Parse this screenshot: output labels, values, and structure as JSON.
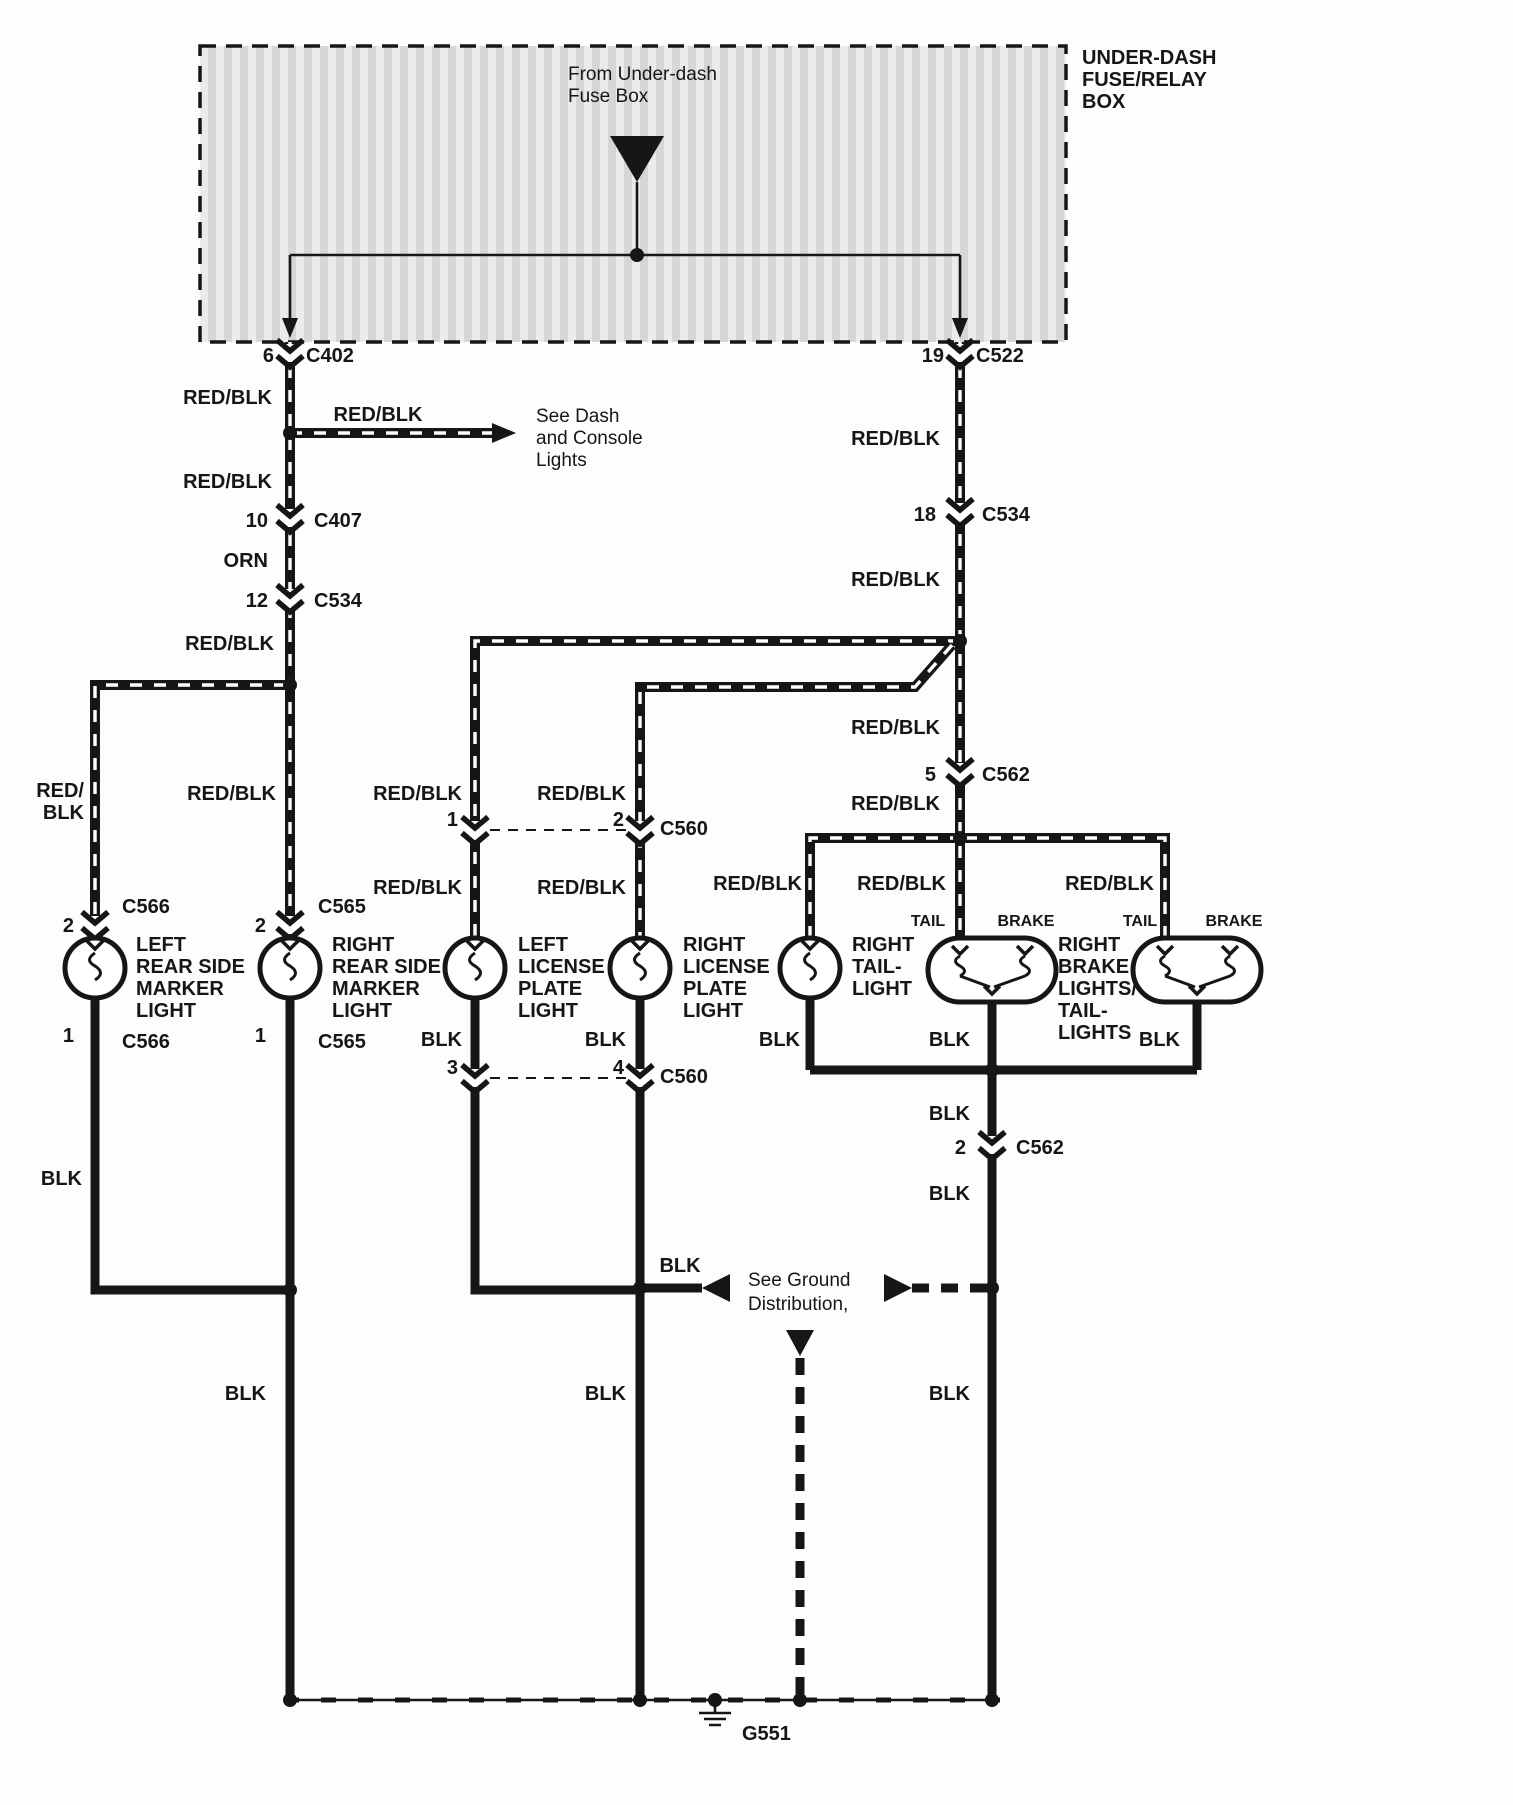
{
  "fuse_box": {
    "label_lines": [
      "UNDER-DASH",
      "FUSE/RELAY",
      "BOX"
    ],
    "from_note_lines": [
      "From Under-dash",
      "Fuse Box"
    ],
    "connector_letter": "C"
  },
  "labels": {
    "red_blk": "RED/BLK",
    "red_slash": "RED/",
    "blk": "BLK",
    "orn": "ORN",
    "tail": "TAIL",
    "brake": "BRAKE"
  },
  "connectors": {
    "c402": {
      "pin": "6",
      "name": "C402"
    },
    "c522": {
      "pin": "19",
      "name": "C522"
    },
    "c407": {
      "pin": "10",
      "name": "C407"
    },
    "c534_left": {
      "pin": "12",
      "name": "C534"
    },
    "c534_right": {
      "pin": "18",
      "name": "C534"
    },
    "c562_top": {
      "pin": "5",
      "name": "C562"
    },
    "c562_bottom": {
      "pin": "2",
      "name": "C562"
    },
    "c560_top": {
      "pin_left": "1",
      "pin_right": "2",
      "name": "C560"
    },
    "c560_bottom": {
      "pin_left": "3",
      "pin_right": "4",
      "name": "C560"
    },
    "c566_top": {
      "pin": "2",
      "name": "C566"
    },
    "c566_bottom": {
      "pin": "1",
      "name": "C566"
    },
    "c565_top": {
      "pin": "2",
      "name": "C565"
    },
    "c565_bottom": {
      "pin": "1",
      "name": "C565"
    },
    "ground": "G551"
  },
  "components": {
    "left_marker": {
      "lines": [
        "LEFT",
        "REAR SIDE",
        "MARKER",
        "LIGHT"
      ]
    },
    "right_marker": {
      "lines": [
        "RIGHT",
        "REAR SIDE",
        "MARKER",
        "LIGHT"
      ]
    },
    "left_license": {
      "lines": [
        "LEFT",
        "LICENSE",
        "PLATE",
        "LIGHT"
      ]
    },
    "right_license": {
      "lines": [
        "RIGHT",
        "LICENSE",
        "PLATE",
        "LIGHT"
      ]
    },
    "right_tail": {
      "lines": [
        "RIGHT",
        "TAIL-",
        "LIGHT"
      ]
    },
    "right_brake": {
      "lines": [
        "RIGHT",
        "BRAKE",
        "LIGHTS/",
        "TAIL-",
        "LIGHTS"
      ]
    }
  },
  "notes": {
    "see_dash": [
      "See Dash",
      "and Console",
      "Lights"
    ],
    "see_ground": [
      "See Ground",
      "Distribution,"
    ]
  },
  "colors": {
    "wire": "#161616",
    "stripe": "#ffffff",
    "box_fill_light": "#ebebeb",
    "box_fill_dark": "#d6d6d6"
  }
}
